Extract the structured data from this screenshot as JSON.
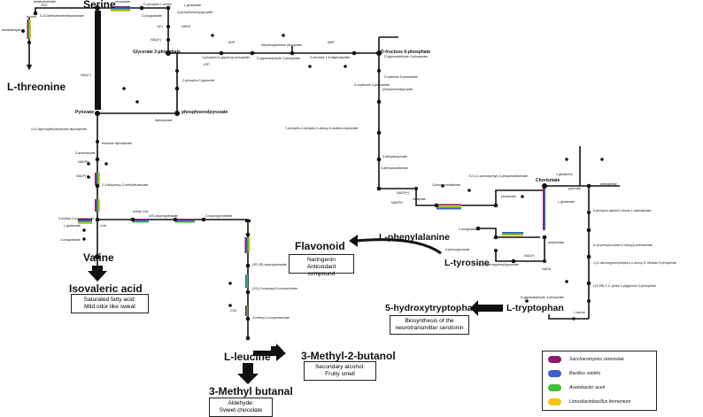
{
  "nodes": {
    "serine": "Serine",
    "l_threonine": "L-threonine",
    "valine": "Valine",
    "isovaleric_acid": "Isovaleric acid",
    "l_leucine": "L-leucine",
    "methyl_butanol": "3-Methyl-2-butanol",
    "methyl_butanal": "3-Methyl butanal",
    "flavonoid": "Flavonoid",
    "l_phenylalanine": "L-phenylalanine",
    "l_tyrosine": "L-tyrosine",
    "l_tryptophan": "L-tryptophan",
    "hydroxytryptophan": "5-hydroxytryptophan",
    "pyruvate": "Pyruvate",
    "glycerate": "Glycerate 3-phosphate",
    "fructose": "D-fructose 6-phosphate",
    "chorismate": "Chorismate",
    "phosphoenolpyruvate": "phosphoenolpyruvate"
  },
  "boxes": {
    "isovaleric": [
      "Saturated fatty acid:",
      "Mild odor like sweat"
    ],
    "methyl_butanol": [
      "Secondary alcohol:",
      "Fruity smell"
    ],
    "methyl_butanal": [
      "Aldehyde:",
      "Sweet chocolate"
    ],
    "flavonoid": [
      "Naringenin",
      "Antioxidant compound"
    ],
    "hydroxytryptophan": [
      "Biosynthesis of the",
      "neurotransmitter serotonin"
    ]
  },
  "metabolites": {
    "m01": "tetrahydrofolate",
    "m02": "glycine",
    "m03": "5,10-Methylenetetrahydrofolate",
    "m04": "H2O",
    "m05": "acetaldehyde",
    "m06": "phosphate",
    "m07": "O-phospho-L-serine",
    "m08": "L-glutamate",
    "m09": "3-phosphonooxypyruvate",
    "m10": "2-oxoglutarate",
    "m11": "H(+)",
    "m12": "NADH",
    "m13": "NAD(+)",
    "m14": "ATP",
    "m15": "ADP",
    "m16": "dihydroxyacetone phosphate",
    "m17": "AMP",
    "m18": "3-phospho-D-glyceroyl phosphate",
    "m19": "D-glyceraldehyde 3-phosphate",
    "m20": "D-fructose 1,6-bisphosphate",
    "m21": "D-glyceraldehyde 3-phosphate",
    "m22": "D-xylulose 5-phosphate",
    "m23": "D-erythrose 4-phosphate",
    "m24": "2-phospho-D-glycerate",
    "m25": "NH4(+)",
    "m26": "diphosphate",
    "m27": "2-(1-hydroxyethyl)thiamine diphosphate",
    "m28": "thiamine diphosphate",
    "m29": "2-acetolactate",
    "m30": "NADPH",
    "m31": "NADP(+)",
    "m32": "2,3-dihydroxy-3-methylbutanoate",
    "m33": "3-methyl-2-oxobutanoate",
    "m34": "L-glutamate",
    "m35": "2-oxoglutarate",
    "m36": "CoA",
    "m37": "acetyl-CoA",
    "m38": "(2S)-isopropylmalate",
    "m39": "2-isopropylmaleate",
    "m40": "(2R,3S)-isopropylmalate",
    "m41": "(2S)-2-isopropyl-3-oxosuccinate",
    "m42": "CO2",
    "m43": "4-methyl-2-oxopentanoate",
    "m44": "7-phospho-2-dehydro-3-deoxy-D-arabino-heptonate",
    "m45": "3-dehydroquinate",
    "m46": "3-dehydroshikimate",
    "m47": "shikimate",
    "m48": "3-phosphoshikimate",
    "m49": "5-O-(1-carboxyvinyl)-3-phosphoshikimate",
    "m50": "prephenate",
    "m51": "3-phenylpyruvate",
    "m52": "3-(4-hydroxyphenyl)pyruvate",
    "m53": "anthranilate",
    "m54": "5-phospho-alpha-D-ribose 1-diphosphate",
    "m55": "N-(5-phospho-beta-D-ribosyl)-anthranilate",
    "m56": "1-(2-carboxyphenylamino)-1-deoxy-D-ribulose 5-phosphate",
    "m57": "(1S,2R)-1-C-(indol-3-yl)glycerol 3-phosphate",
    "m58": "D-glyceraldehyde 3-phosphate",
    "m59": "L-serine",
    "m60": "pyruvate",
    "m61": "L-glutamine",
    "m62": "L-glutamate",
    "m63": "phosphate",
    "m64": "phosphoenolpyruvate",
    "m65": "NADP(+)",
    "m66": "NADPH",
    "m67": "2-oxoglutarate",
    "m68": "NAD(+)",
    "m69": "NADH"
  },
  "legend": [
    {
      "label": "Saccharomyces cerevisiae",
      "color": "#8e1a6e"
    },
    {
      "label": "Bacillus subtilis",
      "color": "#3a5fc8"
    },
    {
      "label": "Acetobacter aceti",
      "color": "#3dbf3a"
    },
    {
      "label": "Limosilactobacillus fermentum",
      "color": "#f2c418"
    }
  ]
}
